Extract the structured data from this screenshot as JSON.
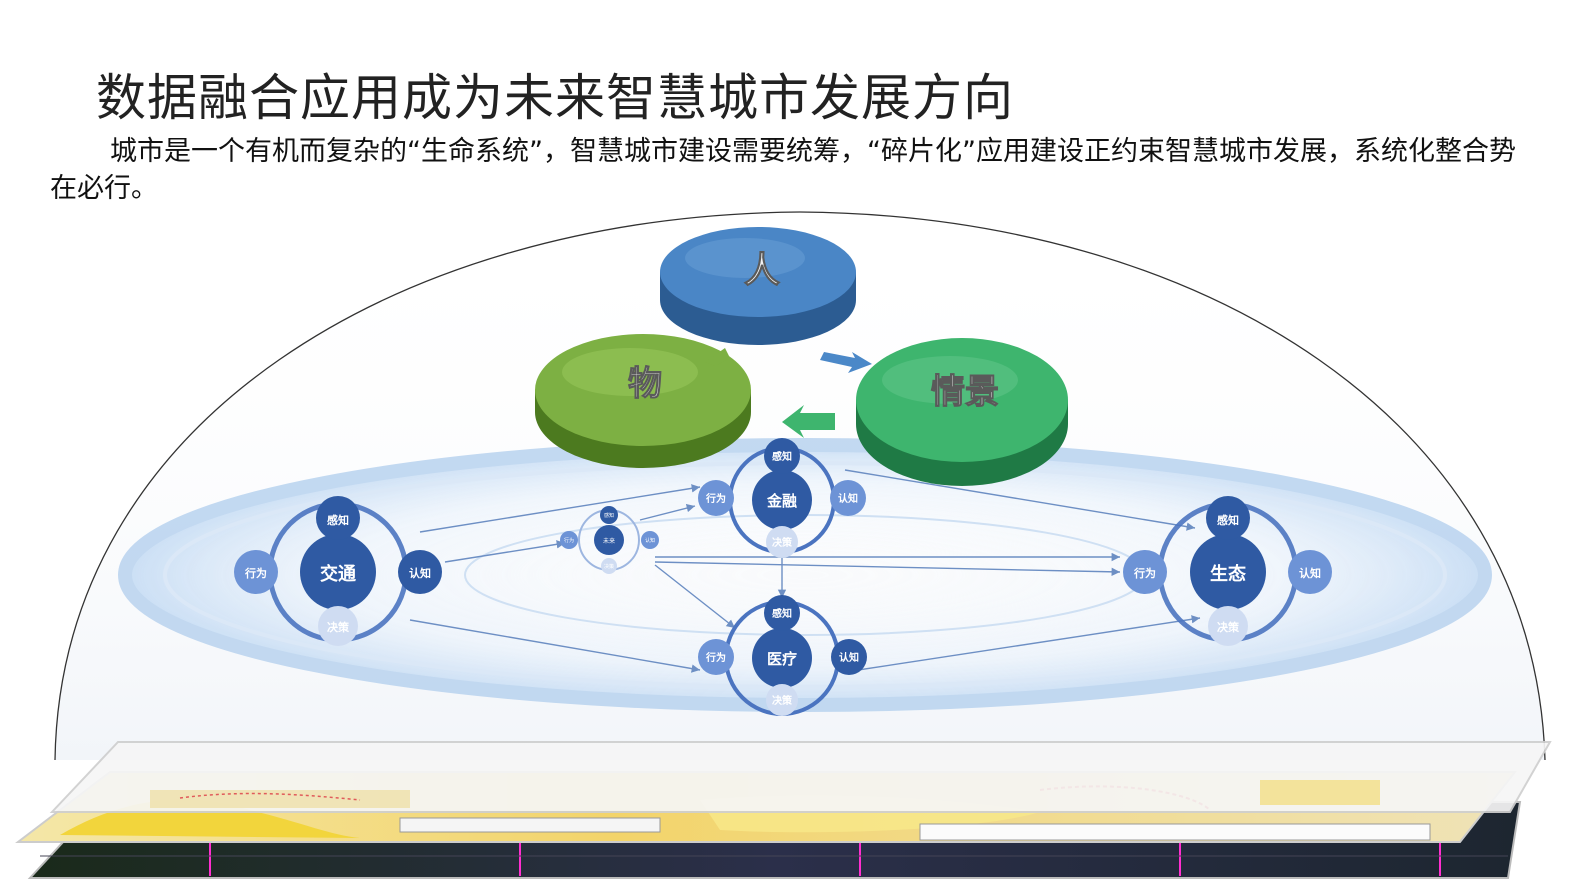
{
  "slide": {
    "title": "数据融合应用成为未来智慧城市发展方向",
    "subtitle": "城市是一个有机而复杂的“生命系统”，智慧城市建设需要统筹，“碎片化”应用建设正约束智慧城市发展，系统化整合势在必行。"
  },
  "diagram": {
    "top_nodes": {
      "person": "人",
      "thing": "物",
      "scene": "情景"
    },
    "clusters": [
      {
        "id": "traffic",
        "center": "交通",
        "perceive": "感知",
        "cognize": "认知",
        "decide": "决策",
        "act": "行为"
      },
      {
        "id": "finance",
        "center": "金融",
        "perceive": "感知",
        "cognize": "认知",
        "decide": "决策",
        "act": "行为"
      },
      {
        "id": "ecology",
        "center": "生态",
        "perceive": "感知",
        "cognize": "认知",
        "decide": "决策",
        "act": "行为"
      },
      {
        "id": "medical",
        "center": "医疗",
        "perceive": "感知",
        "cognize": "认知",
        "decide": "决策",
        "act": "行为"
      },
      {
        "id": "small",
        "center": "未来",
        "perceive": "感知",
        "cognize": "认知",
        "decide": "决策",
        "act": "行为"
      }
    ],
    "colors": {
      "person": "#3f7bbf",
      "thing": "#6ea23a",
      "scene": "#3aaa68",
      "node": "#2f5aa3",
      "node_light": "#6d93d6"
    }
  }
}
